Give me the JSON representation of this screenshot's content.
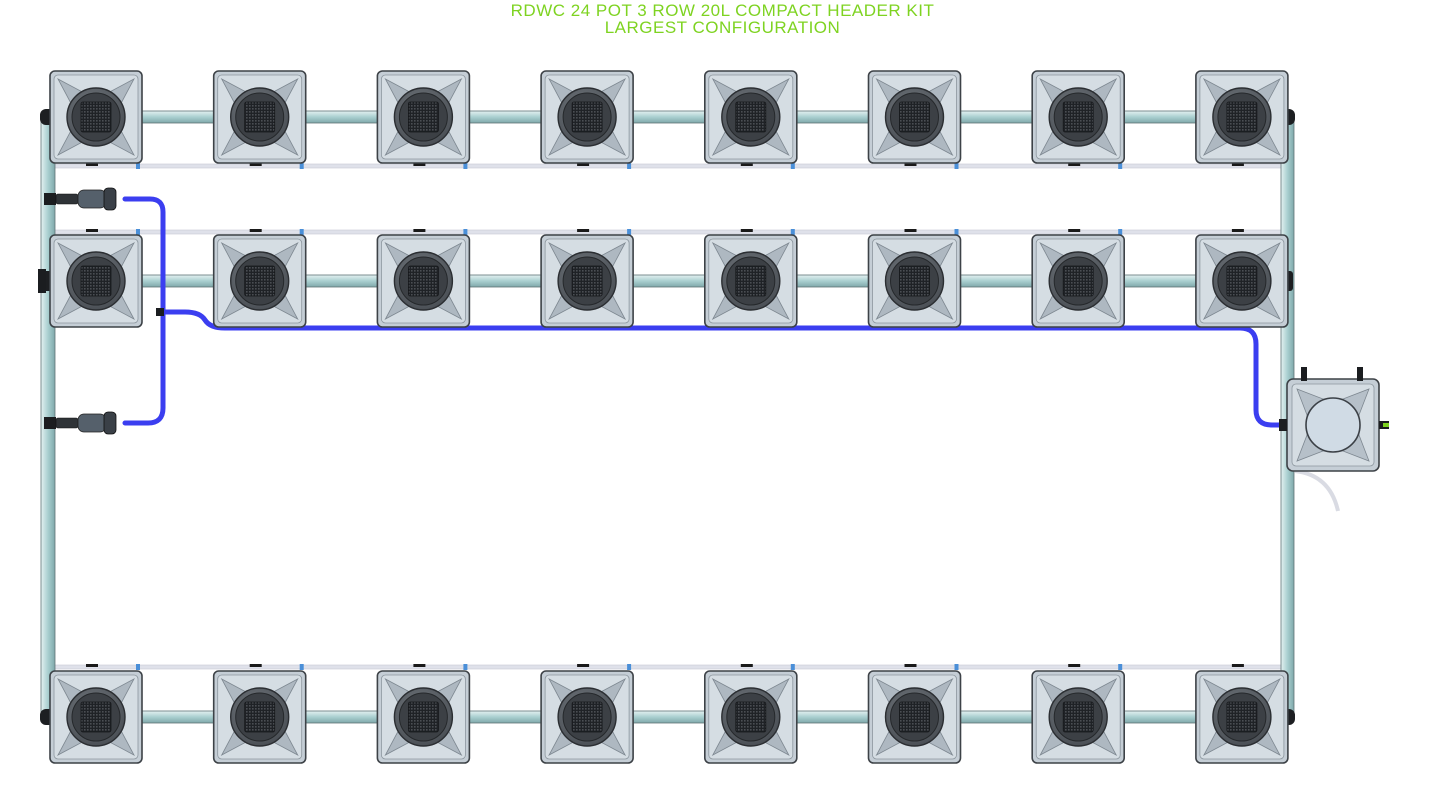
{
  "header": {
    "title_line1": "RDWC 24 POT 3 ROW 20L COMPACT HEADER KIT",
    "title_line2": "LARGEST CONFIGURATION"
  },
  "colors": {
    "title": "#7ed321",
    "pot_body": "#c5ced6",
    "pot_outline": "#3d4247",
    "pot_lid": "#5a6066",
    "net_pot": "#2c2f33",
    "pipe": "#a9cfd0",
    "pipe_outline": "#5f7476",
    "hose": "#3b3ef0",
    "air_line": "#dfe1ea"
  },
  "system": {
    "pot_count": 24,
    "rows": 3,
    "pots_per_row": 8,
    "pot_volume": "20L",
    "controller": "compact header tank"
  }
}
